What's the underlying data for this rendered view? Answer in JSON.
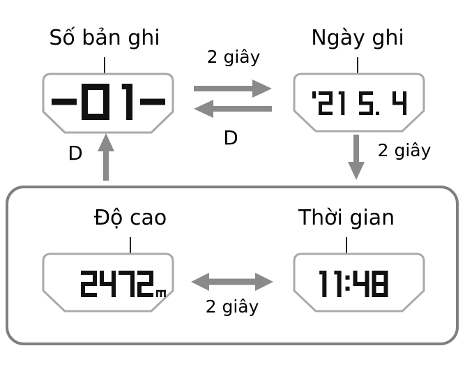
{
  "colors": {
    "digit": "#111111",
    "arrow": "#8a8a8a",
    "display_outline": "#a9a9a9",
    "container_outline": "#7f7f7f",
    "pointer_line": "#222222"
  },
  "screens": {
    "record_number": {
      "label": "Số bản ghi",
      "value": "-01-"
    },
    "record_date": {
      "label": "Ngày ghi",
      "value": "'21 5. 4"
    },
    "altitude": {
      "label": "Độ cao",
      "value": "2472m"
    },
    "time": {
      "label": "Thời gian",
      "value": "11:48"
    }
  },
  "transitions": {
    "auto_toggle_top": "2 giây",
    "d_button_top": "D",
    "d_button_left": "D",
    "auto_advance_right": "2 giây",
    "auto_toggle_bottom": "2 giây"
  }
}
